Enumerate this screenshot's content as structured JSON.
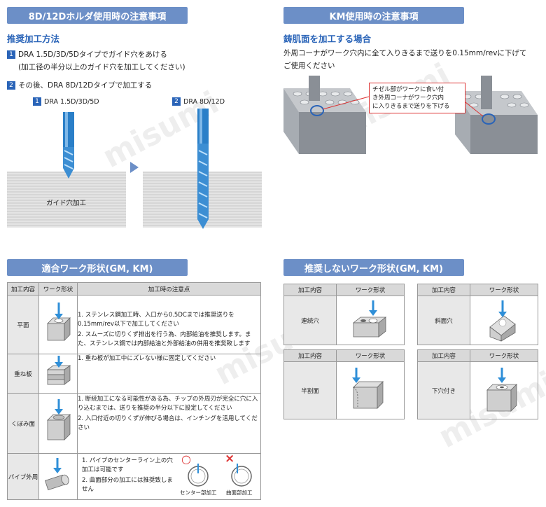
{
  "left_section": {
    "banner": "8D/12Dホルダ使用時の注意事項",
    "heading": "推奨加工方法",
    "step1_num": "1",
    "step1_line1": "DRA 1.5D/3D/5Dタイプでガイド穴をあける",
    "step1_line2": "(加工径の半分以上のガイド穴を加工してください)",
    "step2_num": "2",
    "step2_line": "その後、DRA 8D/12Dタイプで加工する",
    "fig1_num": "1",
    "fig1_label": "DRA 1.5D/3D/5D",
    "fig2_num": "2",
    "fig2_label": "DRA 8D/12D",
    "guide_label": "ガイド穴加工"
  },
  "right_section": {
    "banner": "KM使用時の注意事項",
    "heading": "鋳肌面を加工する場合",
    "text_line1": "外周コーナがワーク穴内に全て入りきるまで送りを0.15mm/revに下げて",
    "text_line2": "ご使用ください",
    "callout_line1": "チゼル部がワークに食い付",
    "callout_line2": "き外周コーナがワーク穴内",
    "callout_line3": "に入りきるまで送りを下げる"
  },
  "suitable": {
    "banner": "適合ワーク形状(GM, KM)",
    "headers": [
      "加工内容",
      "ワーク形状",
      "加工時の注意点"
    ],
    "rows": [
      {
        "label": "平面",
        "notes": [
          "1. ステンレス鋼加工時、入口から0.5DCまでは推奨送りを0.15mm/rev以下で加工してください",
          "2. スムーズに切りくず排出を行う為、内部給油を推奨します。また、ステンレス鋼では内部給油と外部給油の併用を推奨致します"
        ]
      },
      {
        "label": "重ね板",
        "notes": [
          "1. 重ね板が加工中にズレない様に固定してください"
        ]
      },
      {
        "label": "くぼみ面",
        "notes": [
          "1. 断続加工になる可能性がある為、チップの外周刃が完全に穴に入り込むまでは、送りを推奨の半分以下に設定してください",
          "2. 入口付近の切りくずが伸びる場合は、インチングを活用してください"
        ]
      },
      {
        "label": "パイプ外周",
        "notes": [
          "1. パイプのセンターライン上の穴加工は可能です",
          "2. 曲面部分の加工には推奨致しません"
        ],
        "ok_mark": "○",
        "ng_mark": "×",
        "ok_label": "センター部加工",
        "ng_label": "曲面部加工"
      }
    ]
  },
  "not_recommended": {
    "banner": "推奨しないワーク形状(GM, KM)",
    "header_content": "加工内容",
    "header_shape": "ワーク形状",
    "items": [
      {
        "label": "連続穴"
      },
      {
        "label": "斜面穴"
      },
      {
        "label": "半割面"
      },
      {
        "label": "下穴付き"
      }
    ]
  },
  "watermark": "misumi",
  "colors": {
    "banner": "#6c8fc7",
    "accent": "#2a64b8",
    "arrow": "#2f8fd8",
    "tool": "#2a7fc8"
  }
}
